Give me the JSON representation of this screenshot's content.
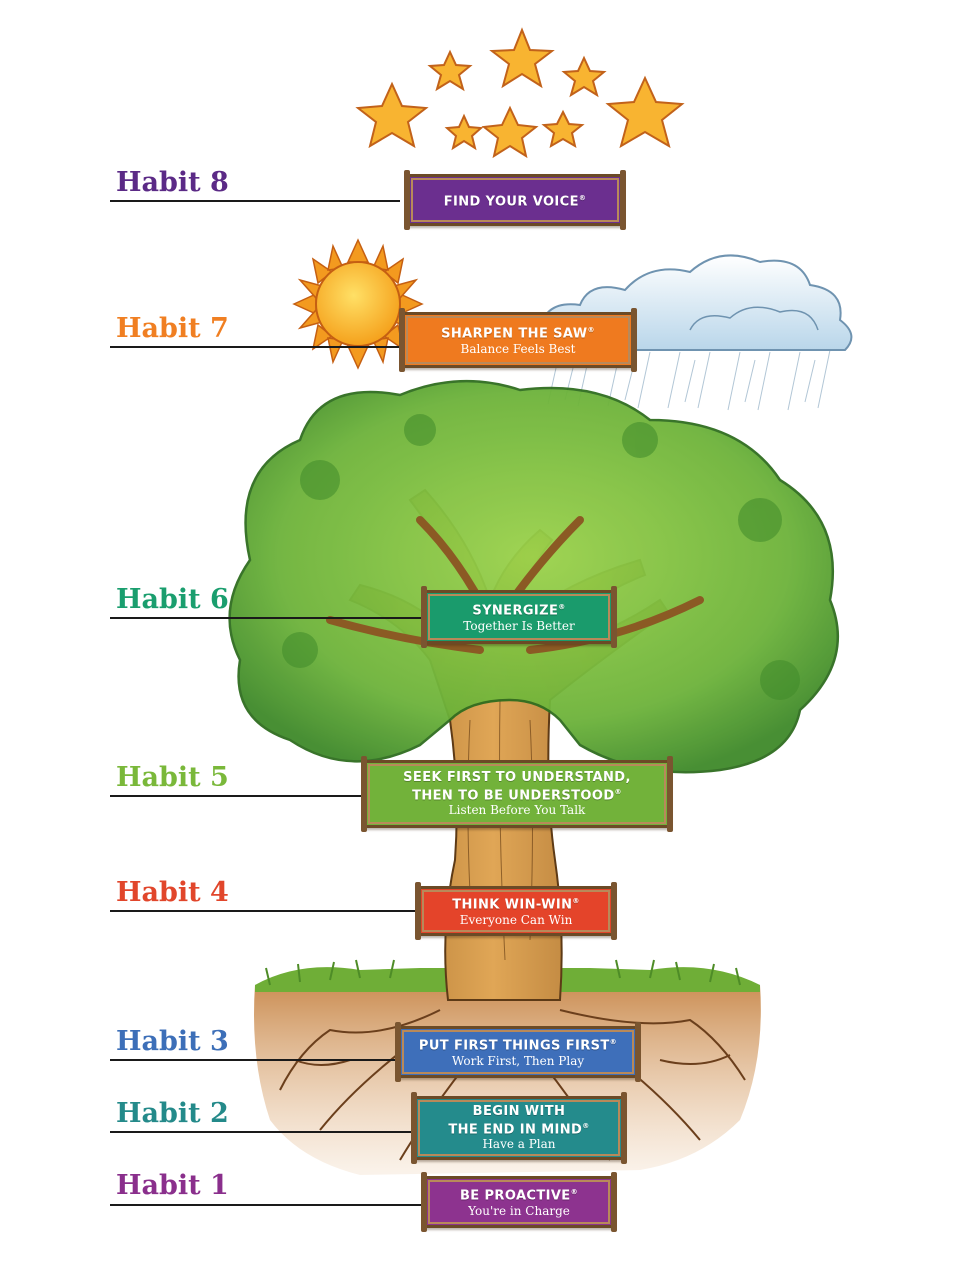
{
  "habits": [
    {
      "label": "Habit 8",
      "color": "#5b2a86",
      "sign_title": "FIND YOUR VOICE",
      "sign_subtitle": "",
      "sign_color": "#6b2f8f"
    },
    {
      "label": "Habit 7",
      "color": "#f07f22",
      "sign_title": "SHARPEN THE SAW",
      "sign_subtitle": "Balance Feels Best",
      "sign_color": "#ef7a1f"
    },
    {
      "label": "Habit 6",
      "color": "#1a9e6e",
      "sign_title": "SYNERGIZE",
      "sign_subtitle": "Together Is Better",
      "sign_color": "#1a9b6c"
    },
    {
      "label": "Habit 5",
      "color": "#7ab83a",
      "sign_title_line1": "SEEK FIRST TO UNDERSTAND,",
      "sign_title_line2": "THEN TO BE UNDERSTOOD",
      "sign_subtitle": "Listen Before You Talk",
      "sign_color": "#72b23a"
    },
    {
      "label": "Habit 4",
      "color": "#e1462b",
      "sign_title": "THINK WIN-WIN",
      "sign_subtitle": "Everyone Can Win",
      "sign_color": "#e4442a"
    },
    {
      "label": "Habit 3",
      "color": "#3d6fb8",
      "sign_title": "PUT FIRST THINGS FIRST",
      "sign_subtitle": "Work First, Then Play",
      "sign_color": "#3e6fba"
    },
    {
      "label": "Habit 2",
      "color": "#248a8a",
      "sign_title_line1": "BEGIN WITH",
      "sign_title_line2": "THE END IN MIND",
      "sign_subtitle": "Have a Plan",
      "sign_color": "#248b8c"
    },
    {
      "label": "Habit 1",
      "color": "#8a2f8c",
      "sign_title": "BE PROACTIVE",
      "sign_subtitle": "You're in Charge",
      "sign_color": "#8d338f"
    }
  ],
  "registered_mark": "®"
}
